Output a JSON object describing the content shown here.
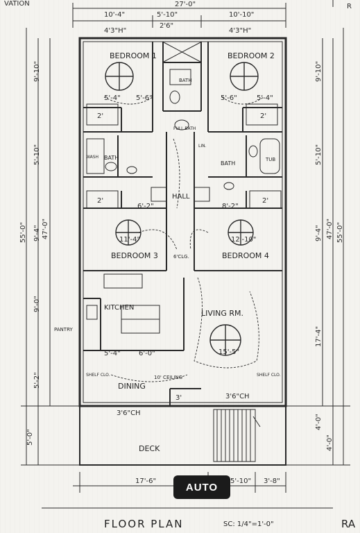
{
  "header": {
    "top_left": "VATION",
    "top_right": "R",
    "overall_width": "27'-0\"",
    "top_dims": [
      "10'-4\"",
      "5'-10\"",
      "10'-10\""
    ],
    "door_dims": [
      "4'3\"H\"",
      "4'3\"H\""
    ],
    "small_dim": "2'6\""
  },
  "rooms": {
    "bedroom1": "BEDROOM 1",
    "bedroom2": "BEDROOM 2",
    "bedroom3": "BEDROOM 3",
    "bedroom4": "BEDROOM 4",
    "bath_left": "BATH",
    "bath_right": "BATH",
    "bath_top": "BATH",
    "full_bath": "FULL BATH",
    "hall": "HALL",
    "kitchen": "KITCHEN",
    "living": "LIVING RM.",
    "dining": "DINING",
    "deck": "DECK",
    "tub": "TUB",
    "pantry": "PANTRY",
    "shelf_left": "SHELF CLO.",
    "shelf_right": "SHELF CLO.",
    "washer": "WASH",
    "lin": "LIN."
  },
  "annotations": {
    "ceiling": "10' CEILING",
    "clo": "6'CLG.",
    "closet_marks": [
      "2'",
      "2'",
      "2'",
      "2'"
    ],
    "interior_dims": [
      "5'-4\"",
      "5'-6\"",
      "5'-6\"",
      "5'-4\"",
      "6'-2\"",
      "8'-2\"",
      "11'-4\"",
      "12'-10\"",
      "15'-5\"",
      "6'-0\"",
      "5'-4\"",
      "3'6\"CH",
      "3'6\"CH",
      "3'"
    ]
  },
  "side_dims_left": [
    "9'-10\"",
    "5'-10\"",
    "9'-4\"",
    "5'-2\"",
    "5'-0\"",
    "55'-0\"",
    "47'-0\"",
    "9'-0\""
  ],
  "side_dims_right": [
    "9'-10\"",
    "5'-10\"",
    "9'-4\"",
    "17'-4\"",
    "4'-0\"",
    "55'-0\"",
    "47'-0\"",
    "4'-0\""
  ],
  "bottom_dims": [
    "17'-6\"",
    "5'-10\"",
    "3'-8\""
  ],
  "footer": {
    "title": "FLOOR PLAN",
    "scale": "SC: 1/4\"=1'-0\"",
    "right": "RA"
  },
  "auto_button": "AUTO"
}
